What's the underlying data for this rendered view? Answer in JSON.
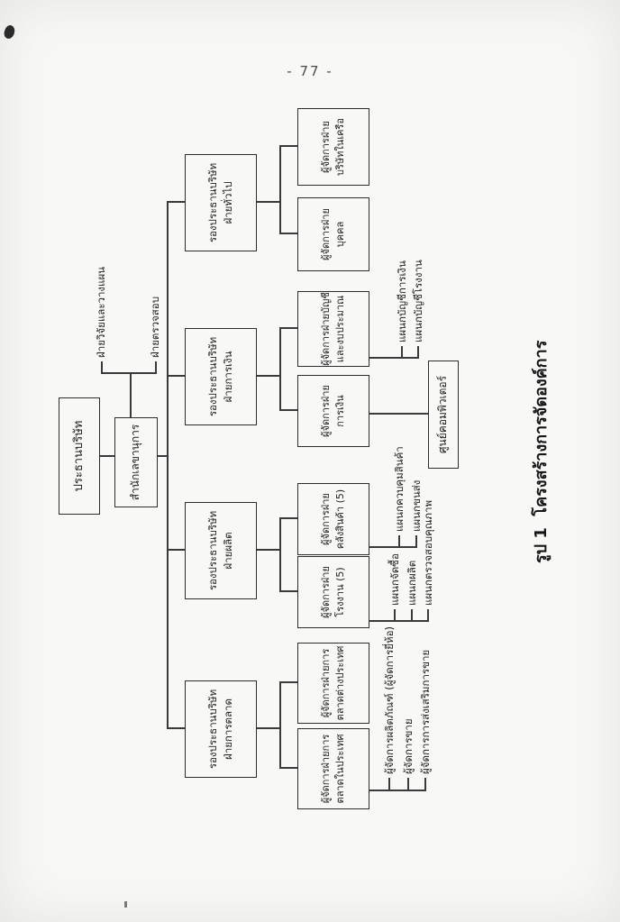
{
  "page_number": "- 77 -",
  "caption": "รูป 1  โครงสร้างการจัดองค์การ",
  "org": {
    "president": "ประธานบริษัท",
    "secretariat": "สำนักเลขานุการ",
    "staff": [
      "ฝ่ายวิจัยและวางแผน",
      "ฝ่ายตรวจสอบ"
    ],
    "deputies": [
      {
        "line1": "รองประธานบริษัท",
        "line2": "ฝ่ายการตลาด"
      },
      {
        "line1": "รองประธานบริษัท",
        "line2": "ฝ่ายผลิต"
      },
      {
        "line1": "รองประธานบริษัท",
        "line2": "ฝ่ายการเงิน"
      },
      {
        "line1": "รองประธานบริษัท",
        "line2": "ฝ่ายทั่วไป"
      }
    ],
    "managers": [
      {
        "line1": "ผู้จัดการฝ่ายการ",
        "line2": "ตลาดในประเทศ"
      },
      {
        "line1": "ผู้จัดการฝ่ายการ",
        "line2": "ตลาดต่างประเทศ"
      },
      {
        "line1": "ผู้จัดการฝ่าย",
        "line2": "โรงงาน (5)"
      },
      {
        "line1": "ผู้จัดการฝ่าย",
        "line2": "คลังสินค้า (5)"
      },
      {
        "line1": "ผู้จัดการฝ่าย",
        "line2": "การเงิน"
      },
      {
        "line1": "ผู้จัดการฝ่ายบัญชี",
        "line2": "และงบประมาณ"
      },
      {
        "line1": "ผู้จัดการฝ่าย",
        "line2": "บุคคล"
      },
      {
        "line1": "ผู้จัดการฝ่าย",
        "line2": "บริษัทในเครือ"
      }
    ],
    "computer_center": "ศูนย์คอมพิวเตอร์",
    "sections": {
      "domestic_marketing": [
        "ผู้จัดการผลิตภัณฑ์ (ผู้จัดการยี่ห้อ)",
        "ผู้จัดการขาย",
        "ผู้จัดการการส่งเสริมการขาย"
      ],
      "factory": [
        "แผนกจัดซื้อ",
        "แผนกผลิต",
        "แผนกตรวจสอบคุณภาพ"
      ],
      "warehouse": [
        "แผนกควบคุมสินค้า",
        "แผนกขนส่ง"
      ],
      "accounting": [
        "แผนกบัญชีการเงิน",
        "แผนกบัญชีโรงงาน"
      ]
    }
  },
  "colors": {
    "ink": "#2d2d2d",
    "paper": "#f8f8f6"
  }
}
